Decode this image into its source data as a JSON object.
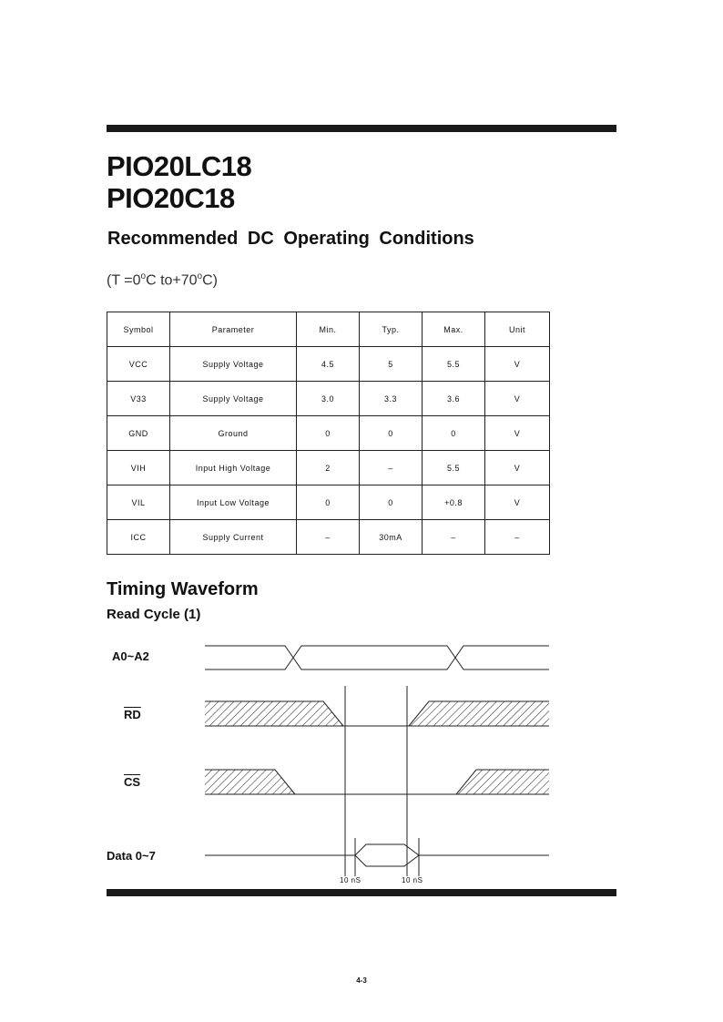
{
  "header": {
    "title_line1": "PIO20LC18",
    "title_line2": "PIO20C18"
  },
  "section": {
    "title": "Recommended  DC  Operating  Conditions",
    "conditions_prefix": "(T =0",
    "conditions_mid": "C to+70",
    "conditions_suffix": "C)",
    "degree": "o"
  },
  "table": {
    "headers": [
      "Symbol",
      "Parameter",
      "Min.",
      "Typ.",
      "Max.",
      "Unit"
    ],
    "rows": [
      [
        "VCC",
        "Supply  Voltage",
        "4.5",
        "5",
        "5.5",
        "V"
      ],
      [
        "V33",
        "Supply  Voltage",
        "3.0",
        "3.3",
        "3.6",
        "V"
      ],
      [
        "GND",
        "Ground",
        "0",
        "0",
        "0",
        "V"
      ],
      [
        "VIH",
        "Input  High  Voltage",
        "2",
        "–",
        "5.5",
        "V"
      ],
      [
        "VIL",
        "Input  Low Voltage",
        "0",
        "0",
        "+0.8",
        "V"
      ],
      [
        "ICC",
        "Supply Current",
        "–",
        "30mA",
        "–",
        "–"
      ]
    ]
  },
  "timing": {
    "title": "Timing  Waveform",
    "cycle": "Read  Cycle (1)",
    "signals": [
      "A0~A2",
      "RD",
      "CS",
      "Data 0~7"
    ],
    "timing_labels": [
      "10 nS",
      "10 nS"
    ]
  },
  "footer": {
    "page_number": "4-3"
  }
}
